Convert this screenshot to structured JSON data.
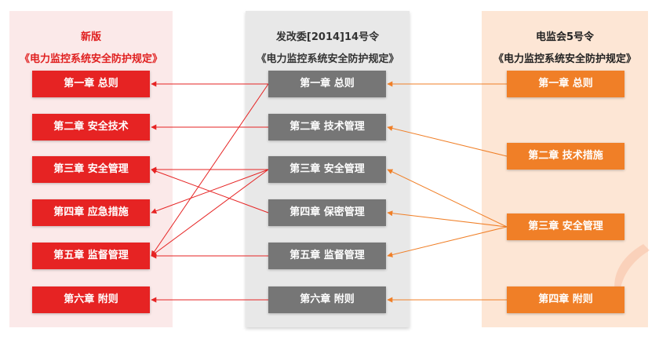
{
  "columns": {
    "left": {
      "title_line1": "新版",
      "title_line2": "《电力监控系统安全防护规定》"
    },
    "mid": {
      "title_line1": "发改委[2014]14号令",
      "title_line2": "《电力监控系统安全防护规定》"
    },
    "right": {
      "title_line1": "电监会5号令",
      "title_line2": "《电力监控系统安全防护规定》"
    }
  },
  "left_chapters": [
    "第一章 总则",
    "第二章 安全技术",
    "第三章 安全管理",
    "第四章 应急措施",
    "第五章 监督管理",
    "第六章 附则"
  ],
  "mid_chapters": [
    "第一章 总则",
    "第二章 技术管理",
    "第三章 安全管理",
    "第四章 保密管理",
    "第五章 监督管理",
    "第六章 附则"
  ],
  "right_chapters": [
    "第一章 总则",
    "第二章 技术措施",
    "第三章 安全管理",
    "第四章 附则"
  ],
  "links_mid_to_left": [
    {
      "from": "第一章 总则",
      "to": "第一章 总则"
    },
    {
      "from": "第一章 总则",
      "to": "第五章 监督管理"
    },
    {
      "from": "第二章 技术管理",
      "to": "第二章 安全技术"
    },
    {
      "from": "第三章 安全管理",
      "to": "第三章 安全管理"
    },
    {
      "from": "第三章 安全管理",
      "to": "第四章 应急措施"
    },
    {
      "from": "第三章 安全管理",
      "to": "第五章 监督管理"
    },
    {
      "from": "第四章 保密管理",
      "to": "第三章 安全管理"
    },
    {
      "from": "第五章 监督管理",
      "to": "第五章 监督管理"
    },
    {
      "from": "第六章 附则",
      "to": "第六章 附则"
    }
  ],
  "links_right_to_mid": [
    {
      "from": "第一章 总则",
      "to": "第一章 总则"
    },
    {
      "from": "第二章 技术措施",
      "to": "第二章 技术管理"
    },
    {
      "from": "第三章 安全管理",
      "to": "第三章 安全管理"
    },
    {
      "from": "第三章 安全管理",
      "to": "第四章 保密管理"
    },
    {
      "from": "第三章 安全管理",
      "to": "第五章 监督管理"
    },
    {
      "from": "第四章 附则",
      "to": "第六章 附则"
    }
  ],
  "colors": {
    "left_box": "#e62323",
    "mid_box": "#767676",
    "right_box": "#f07f27",
    "left_arrow": "#e62323",
    "right_arrow": "#f07f27"
  }
}
